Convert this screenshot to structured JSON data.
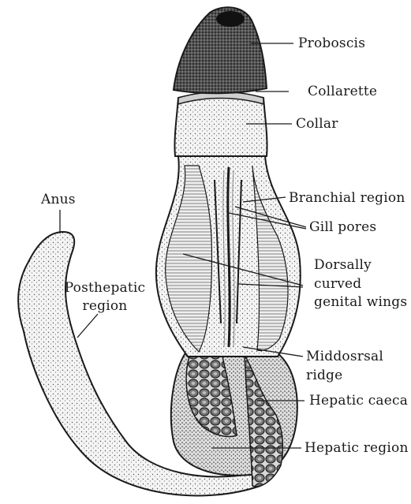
{
  "diagram": {
    "labels": {
      "proboscis": "Proboscis",
      "collarette": "Collarette",
      "collar": "Collar",
      "branchial_region": "Branchial region",
      "gill_pores": "Gill pores",
      "dorsally_curved_genital_wings": [
        "Dorsally",
        "curved",
        "genital wings"
      ],
      "middorsal_ridge": [
        "Middosrsal",
        "ridge"
      ],
      "hepatic_caeca": "Hepatic caeca",
      "hepatic_region": "Hepatic region",
      "anus": "Anus",
      "posthepatic_region": [
        "Posthepatic",
        "region"
      ]
    },
    "colors": {
      "ink": "#1a1a1a",
      "stipple_light": "#d6d6d6",
      "stipple_mid": "#a9a9a9",
      "proboscis_fill": "#3a3a3a"
    }
  }
}
